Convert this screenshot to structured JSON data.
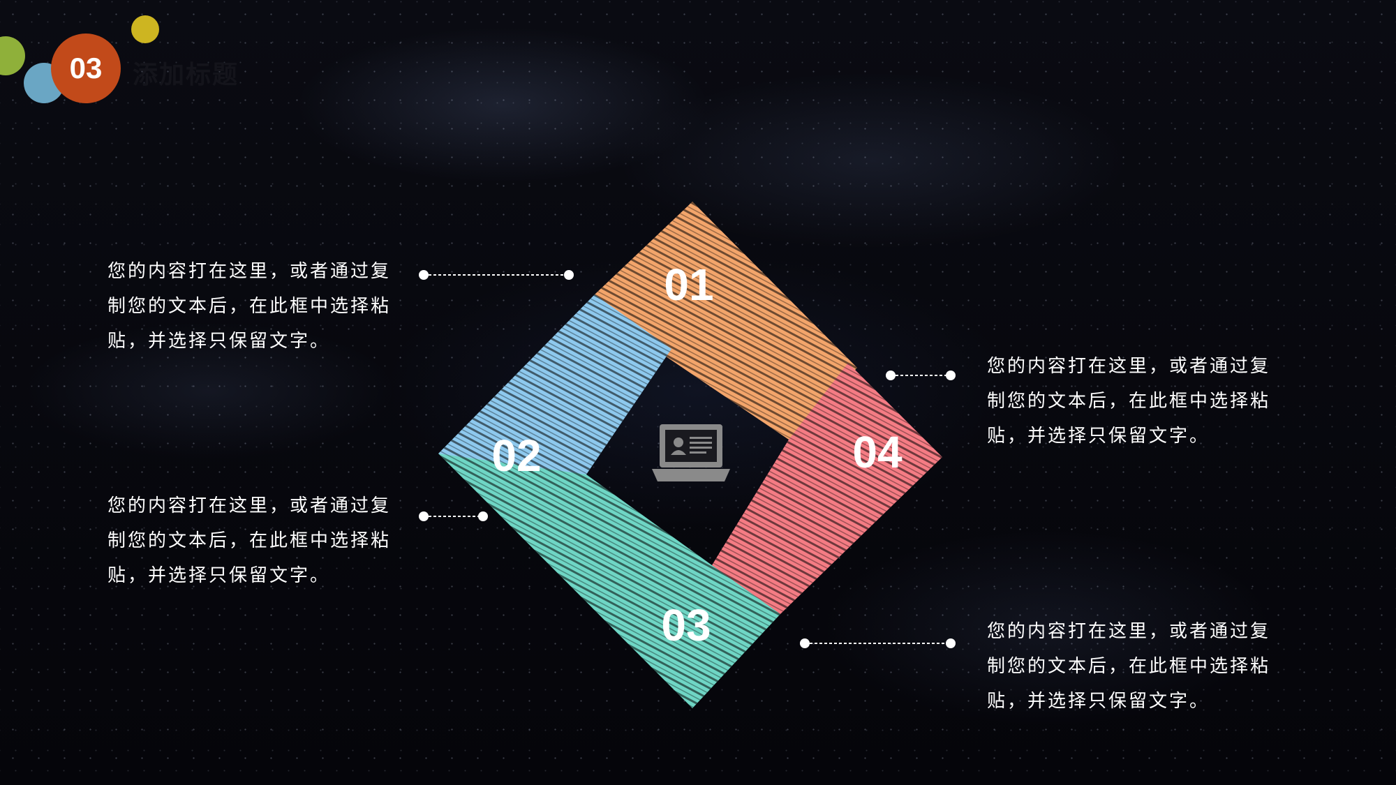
{
  "header": {
    "badge_number": "03",
    "title": "添加标题",
    "decor_colors": [
      "#8fb03a",
      "#cdb521",
      "#6aa6c4",
      "#c24a1a"
    ]
  },
  "diagram": {
    "center_icon": "laptop-user-icon",
    "segments": [
      {
        "label": "01",
        "color": "#f3a56b"
      },
      {
        "label": "02",
        "color": "#8ec9ee"
      },
      {
        "label": "03",
        "color": "#6fd6c5"
      },
      {
        "label": "04",
        "color": "#f57c84"
      }
    ]
  },
  "text_blocks": [
    {
      "line1": "您的内容打在这里，或者通过复",
      "line2": "制您的文本后，在此框中选择粘",
      "line3": "贴，并选择只保留文字。"
    },
    {
      "line1": "您的内容打在这里，或者通过复",
      "line2": "制您的文本后，在此框中选择粘",
      "line3": "贴，并选择只保留文字。"
    },
    {
      "line1": "您的内容打在这里，或者通过复",
      "line2": "制您的文本后，在此框中选择粘",
      "line3": "贴，并选择只保留文字。"
    },
    {
      "line1": "您的内容打在这里，或者通过复",
      "line2": "制您的文本后，在此框中选择粘",
      "line3": "贴，并选择只保留文字。"
    }
  ]
}
